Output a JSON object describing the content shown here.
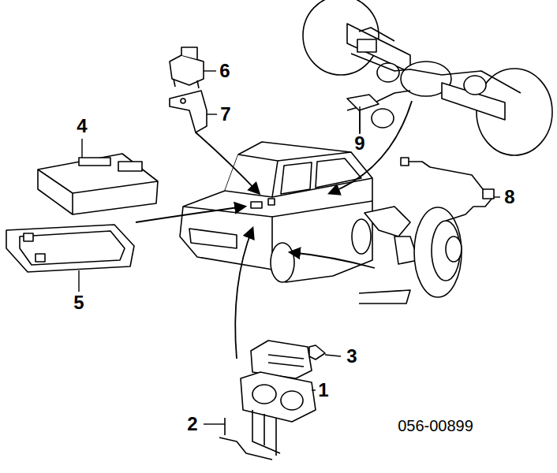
{
  "diagram": {
    "labels": [
      "6",
      "7",
      "4",
      "9",
      "8",
      "5",
      "3",
      "1",
      "2",
      "056-00899"
    ]
  }
}
